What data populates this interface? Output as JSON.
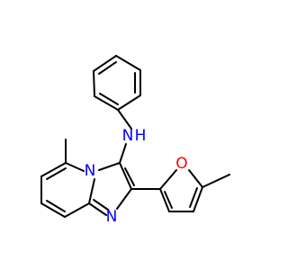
{
  "molecule": {
    "colors": {
      "bond": "#000000",
      "N": "#0000FF",
      "O": "#FF0000",
      "background": "#FFFFFF"
    },
    "atoms": [
      {
        "id": "nh",
        "symbol": "N",
        "label": "N",
        "h_label": "H"
      },
      {
        "id": "n_br",
        "symbol": "N",
        "label": "N"
      },
      {
        "id": "n_im",
        "symbol": "N",
        "label": "N"
      },
      {
        "id": "o_fu",
        "symbol": "O",
        "label": "O"
      }
    ]
  }
}
